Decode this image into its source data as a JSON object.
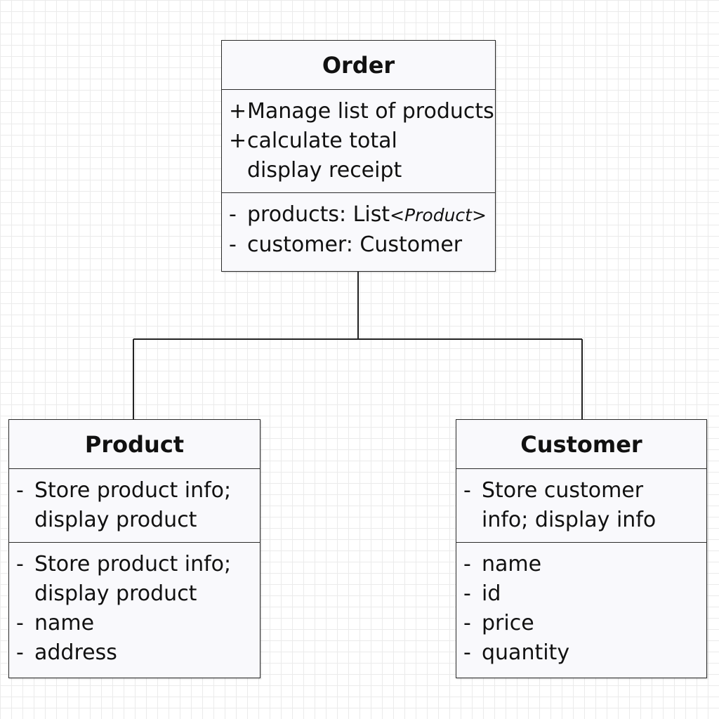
{
  "diagram": {
    "classes": {
      "order": {
        "name": "Order",
        "methods": [
          {
            "marker": "+",
            "text": "Manage list of products"
          },
          {
            "marker": "+",
            "text": "calculate total"
          },
          {
            "marker": "",
            "text": "display receipt"
          }
        ],
        "fields": [
          {
            "marker": "-",
            "text": "products: List",
            "generic": "<Product>"
          },
          {
            "marker": "-",
            "text": "customer: Customer"
          }
        ]
      },
      "product": {
        "name": "Product",
        "methods": [
          {
            "marker": "-",
            "text": "Store product info;"
          },
          {
            "marker": "",
            "text": "display product"
          }
        ],
        "fields": [
          {
            "marker": "-",
            "text": "Store product info;"
          },
          {
            "marker": "",
            "text": "display product"
          },
          {
            "marker": "-",
            "text": "name"
          },
          {
            "marker": "-",
            "text": "address"
          }
        ]
      },
      "customer": {
        "name": "Customer",
        "methods": [
          {
            "marker": "-",
            "text": "Store customer"
          },
          {
            "marker": "",
            "text": "info; display info"
          }
        ],
        "fields": [
          {
            "marker": "-",
            "text": "name"
          },
          {
            "marker": "-",
            "text": "id"
          },
          {
            "marker": "-",
            "text": "price"
          },
          {
            "marker": "-",
            "text": "quantity"
          }
        ]
      }
    },
    "connectors": [
      {
        "from": "order",
        "to": "product"
      },
      {
        "from": "order",
        "to": "customer"
      }
    ]
  }
}
